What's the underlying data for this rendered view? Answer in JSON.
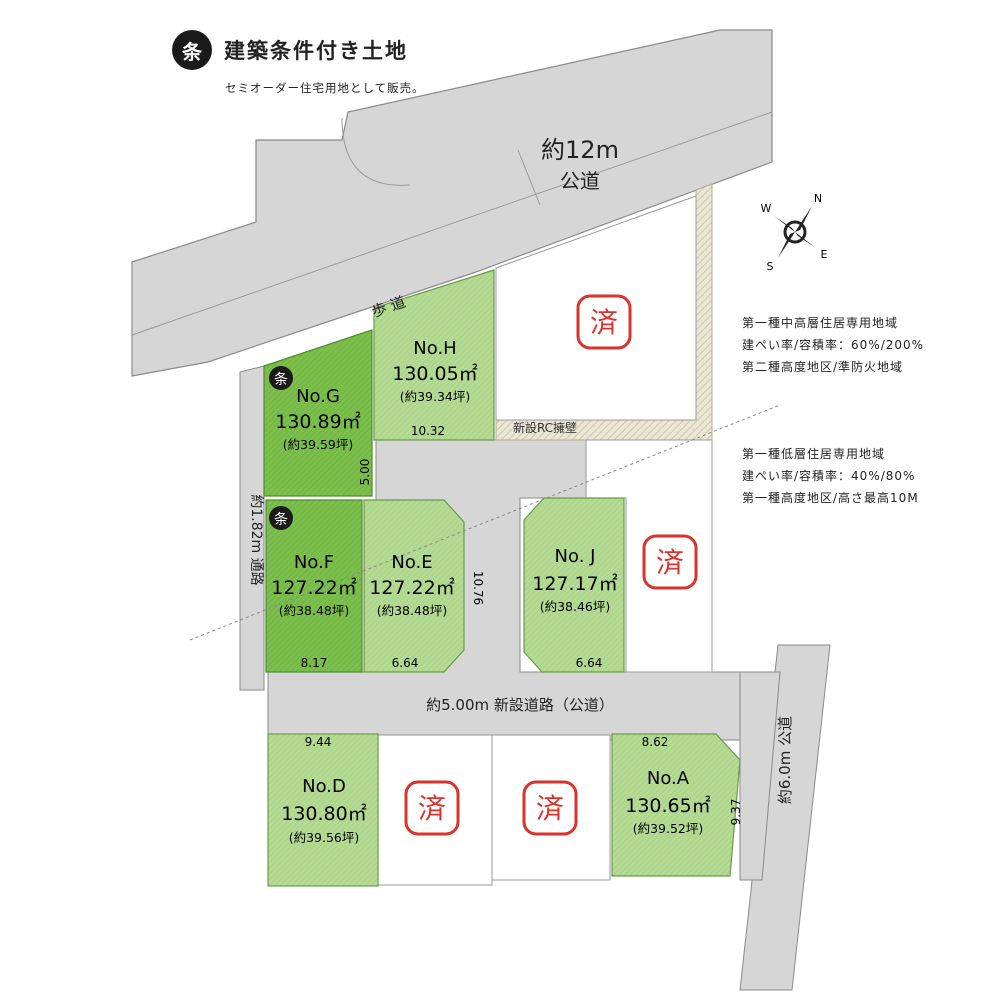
{
  "legend": {
    "badge": "条",
    "title": "建築条件付き土地",
    "note": "セミオーダー住宅用地として販売。"
  },
  "roads": {
    "main_road_width": "約12m",
    "main_road_type": "公道",
    "sidewalk": "歩 道",
    "retaining_wall": "新設RC擁壁",
    "side_passage": "約1.82m 通路",
    "new_road": "約5.00m 新設道路（公道）",
    "east_road": "約6.0m 公道"
  },
  "compass": {
    "n": "N",
    "s": "S",
    "e": "E",
    "w": "W"
  },
  "zoning": {
    "upper": [
      "第一種中高層住居専用地域",
      "建ぺい率/容積率：60%/200%",
      "第二種高度地区/準防火地域"
    ],
    "lower": [
      "第一種低層住居専用地域",
      "建ぺい率/容積率：40%/80%",
      "第一種高度地区/高さ最高10M"
    ]
  },
  "sold_mark": "済",
  "lots": {
    "H": {
      "name": "No.H",
      "area": "130.05㎡",
      "tsubo": "(約39.34坪)",
      "dim": "10.32"
    },
    "G": {
      "name": "No.G",
      "area": "130.89㎡",
      "tsubo": "(約39.59坪)",
      "dim": "5.00",
      "badge": "条"
    },
    "F": {
      "name": "No.F",
      "area": "127.22㎡",
      "tsubo": "(約38.48坪)",
      "dim": "8.17",
      "badge": "条"
    },
    "E": {
      "name": "No.E",
      "area": "127.22㎡",
      "tsubo": "(約38.48坪)",
      "dim": "6.64",
      "dim2": "10.76"
    },
    "J": {
      "name": "No. J",
      "area": "127.17㎡",
      "tsubo": "(約38.46坪)",
      "dim": "6.64"
    },
    "D": {
      "name": "No.D",
      "area": "130.80㎡",
      "tsubo": "(約39.56坪)",
      "dim": "9.44"
    },
    "A": {
      "name": "No.A",
      "area": "130.65㎡",
      "tsubo": "(約39.52坪)",
      "dim": "8.62",
      "dim2": "9.37"
    }
  },
  "colors": {
    "road": "#d6d6d6",
    "road_edge": "#8a8a8a",
    "lot_light": "#b9dd9a",
    "lot_dark": "#7fc150",
    "sold": "#d9332b",
    "wall": "#e4dcc6"
  }
}
